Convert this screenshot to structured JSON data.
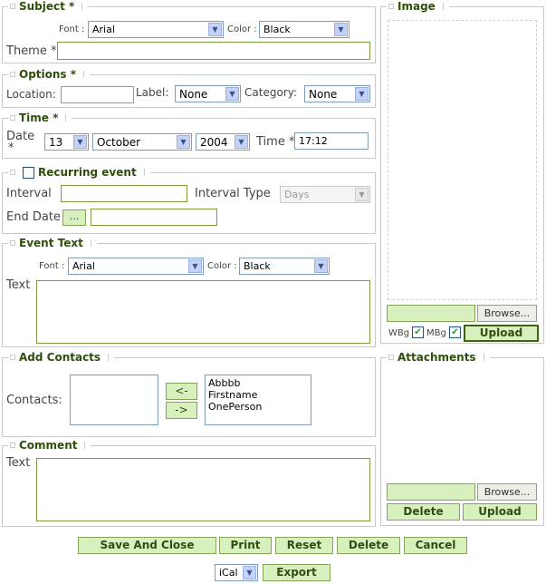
{
  "subject": {
    "legend": "Subject *",
    "font_label": "Font :",
    "font_value": "Arial",
    "color_label": "Color :",
    "color_value": "Black",
    "theme_label": "Theme *"
  },
  "options": {
    "legend": "Options *",
    "location_label": "Location:",
    "label_label": "Label:",
    "label_value": "None",
    "category_label": "Category:",
    "category_value": "None"
  },
  "time": {
    "legend": "Time *",
    "date_label": "Date",
    "date_star": "*",
    "day": "13",
    "month": "October",
    "year": "2004",
    "time_label": "Time *",
    "time_value": "17:12"
  },
  "recurring": {
    "legend": "Recurring event",
    "interval_label": "Interval",
    "interval_type_label": "Interval Type",
    "interval_type_value": "Days",
    "end_date_label": "End Date",
    "end_date_button": "..."
  },
  "event_text": {
    "legend": "Event Text",
    "font_label": "Font :",
    "font_value": "Arial",
    "color_label": "Color :",
    "color_value": "Black",
    "text_label": "Text"
  },
  "contacts": {
    "legend": "Add Contacts",
    "contacts_label": "Contacts:",
    "move_left": "<-",
    "move_right": "->",
    "available": [
      "Abbbb",
      "Firstname",
      "OnePerson"
    ]
  },
  "comment": {
    "legend": "Comment",
    "text_label": "Text"
  },
  "image": {
    "legend": "Image",
    "browse": "Browse...",
    "wbg_label": "WBg",
    "mbg_label": "MBg",
    "upload": "Upload"
  },
  "attachments": {
    "legend": "Attachments",
    "browse": "Browse...",
    "delete": "Delete",
    "upload": "Upload"
  },
  "actions": {
    "save_close": "Save And Close",
    "print": "Print",
    "reset": "Reset",
    "delete": "Delete",
    "cancel": "Cancel",
    "export_format": "iCal",
    "export": "Export"
  }
}
